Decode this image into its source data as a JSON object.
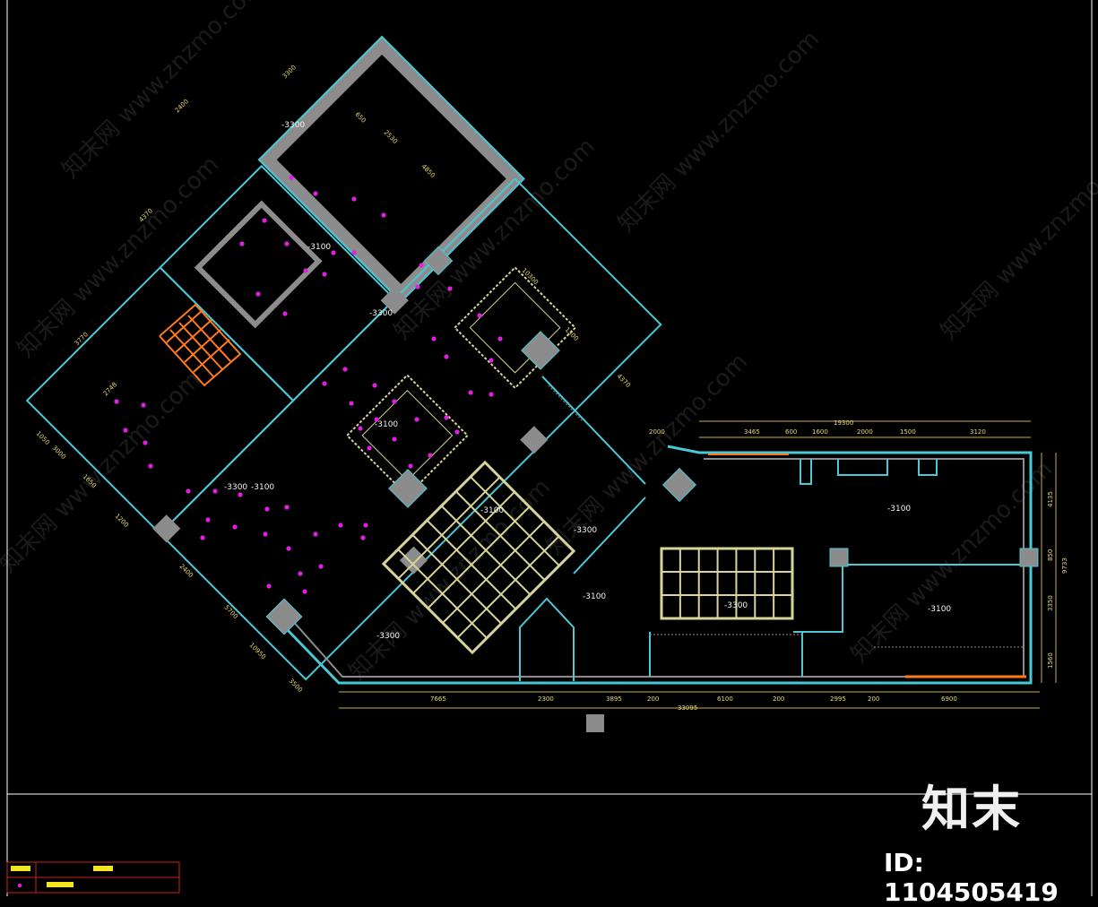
{
  "drawing": {
    "level_labels": [
      "-3300",
      "-3100",
      "-3300",
      "-3100",
      "-3300",
      "-3100",
      "-3300",
      "-3100",
      "-3300",
      "-3100",
      "-3300",
      "-3100",
      "-3100"
    ],
    "dims_upper_left": [
      "3300",
      "2400",
      "4370",
      "3770",
      "2748"
    ],
    "dims_top_diagonal": [
      "650",
      "2530",
      "4850",
      "10300",
      "1300",
      "4370"
    ],
    "dims_left_diagonal": [
      "1050",
      "3000",
      "1650",
      "1200",
      "2400",
      "5700",
      "10950",
      "3500"
    ],
    "dims_top_right": [
      "2000",
      "3465",
      "600",
      "1600",
      "2000",
      "1500",
      "3120",
      "19300"
    ],
    "dims_right_side": [
      "4135",
      "850",
      "3350",
      "1560",
      "9733"
    ],
    "dims_bottom": [
      "7665",
      "2300",
      "3895",
      "200",
      "6100",
      "200",
      "2995",
      "200",
      "6900",
      "33095"
    ]
  },
  "watermark": {
    "repeat_text": "知末网 www.znzmo.com",
    "brand": "知末",
    "image_id": "ID: 1104505419"
  },
  "colors": {
    "wall": "#49c8d6",
    "wall_fill": "#8c8c8c",
    "dimension": "#c8b040",
    "ceiling_grid": "#d8d49a",
    "light": "#e020e0",
    "stair": "#ff7a1a",
    "frame": "#ffffff"
  }
}
